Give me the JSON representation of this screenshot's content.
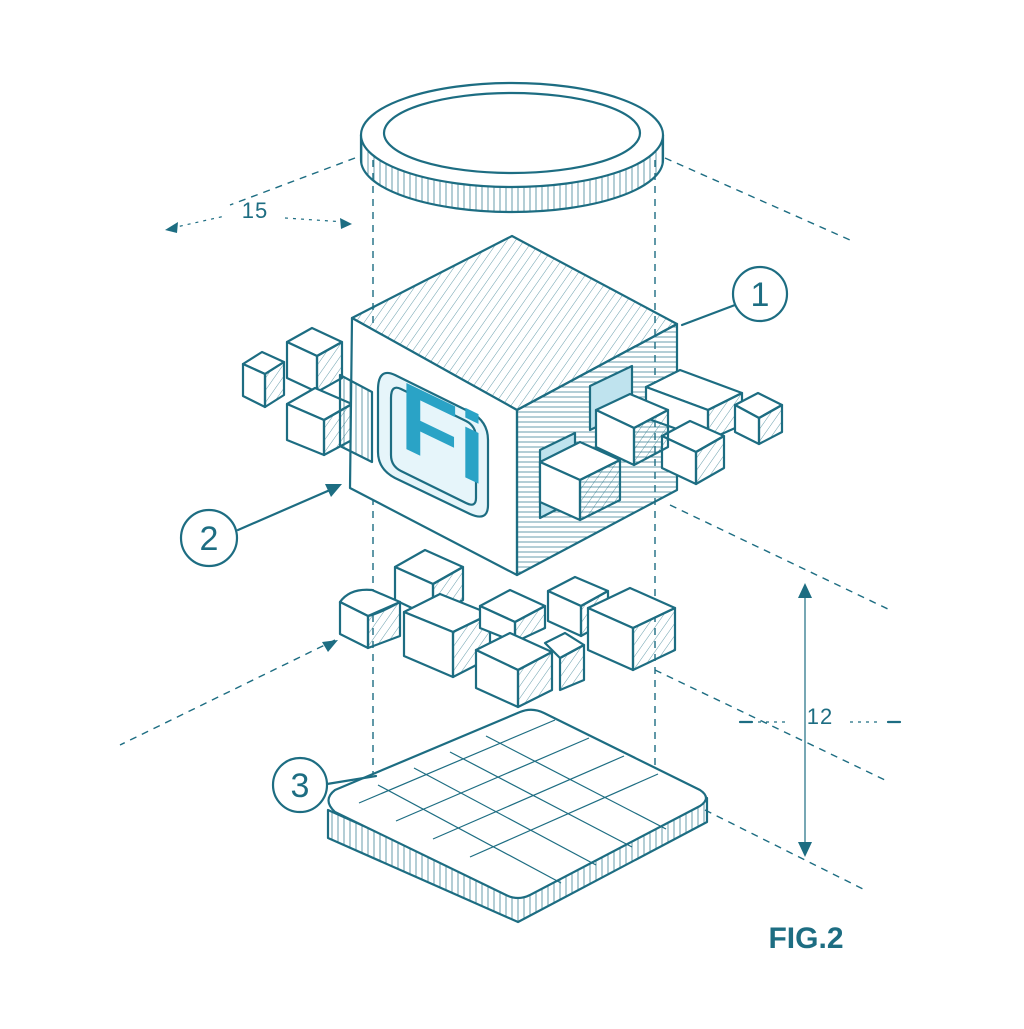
{
  "diagram": {
    "figure_label": "FIG.2",
    "callouts": [
      {
        "id": "1",
        "label": "1"
      },
      {
        "id": "2",
        "label": "2"
      },
      {
        "id": "3",
        "label": "3"
      }
    ],
    "dimensions": {
      "upper": "15",
      "right": "12"
    },
    "cube_logo": "Fi",
    "colors": {
      "ink": "#1d6d82",
      "accent": "#2aa3c6",
      "background": "#ffffff"
    }
  }
}
